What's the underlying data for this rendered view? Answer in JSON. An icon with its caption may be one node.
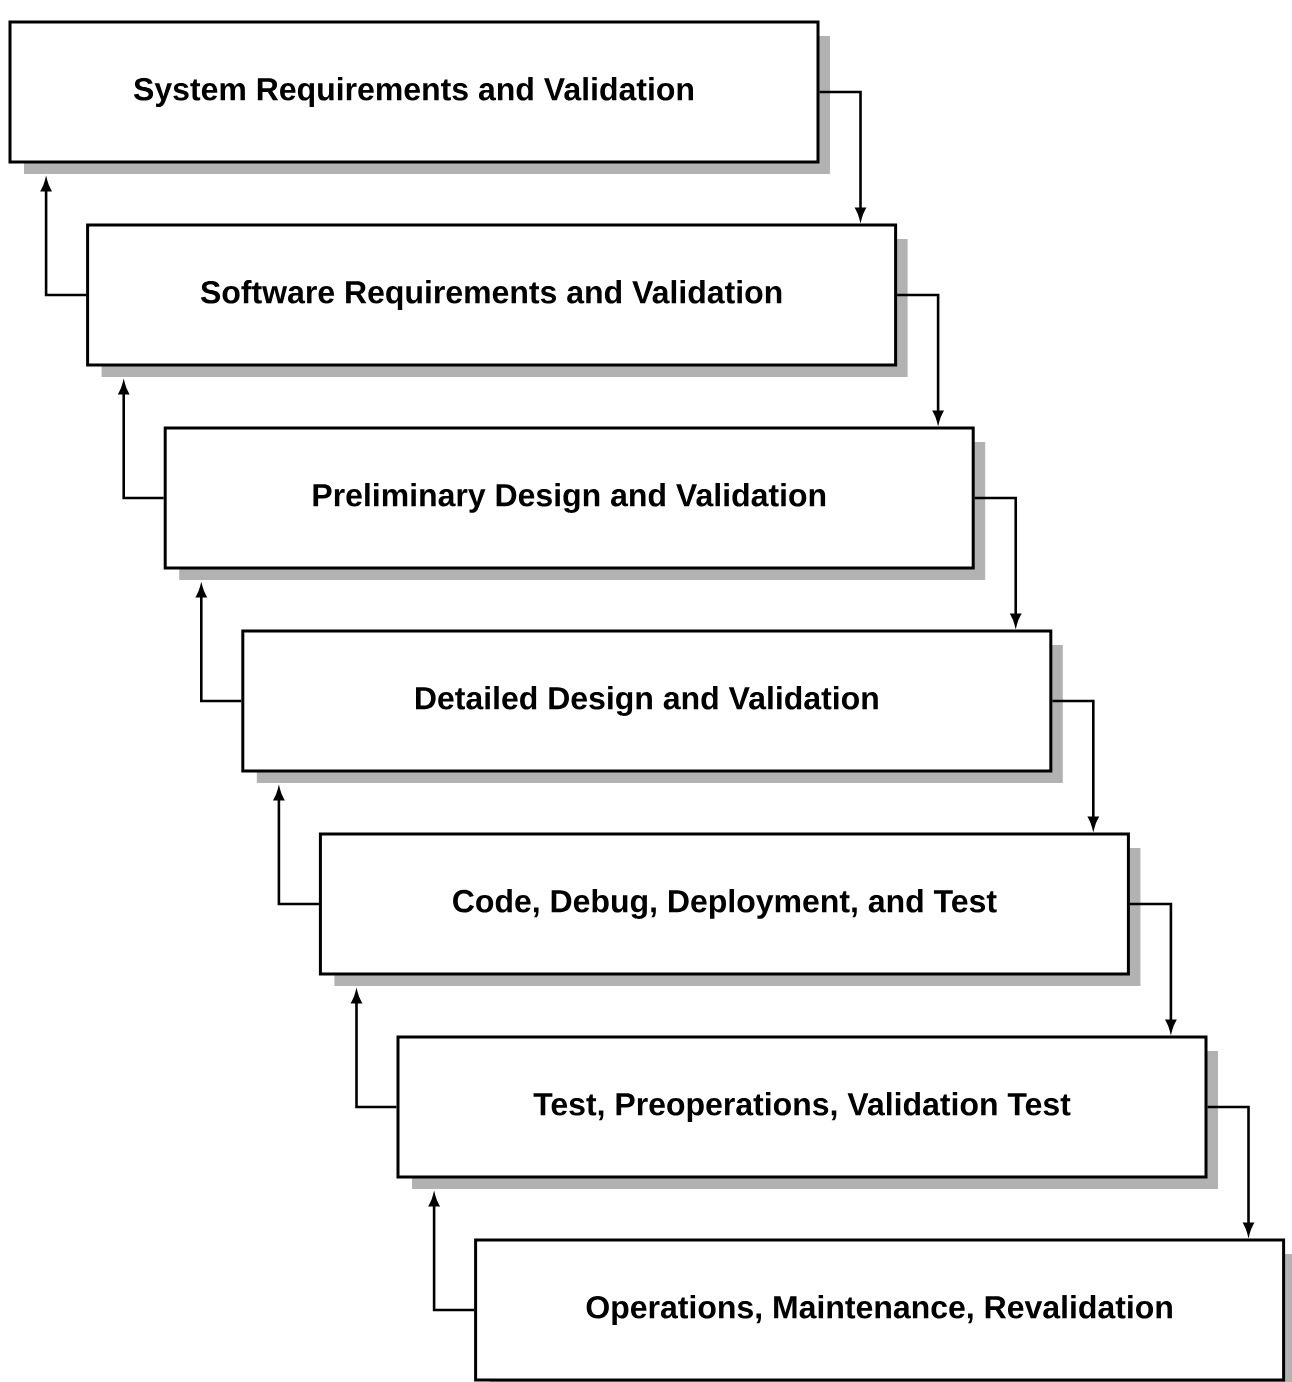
{
  "diagram": {
    "nodes": [
      {
        "text": [
          "System Requirements and Validation"
        ]
      },
      {
        "text": [
          "Software Requirements and Validation"
        ]
      },
      {
        "text": [
          "Preliminary Design and Validation"
        ]
      },
      {
        "text": [
          "Detailed Design and Validation"
        ]
      },
      {
        "text": [
          "Code, Debug, Deployment, and Test"
        ]
      },
      {
        "text": [
          "Test, Preoperations, Validation Test"
        ]
      },
      {
        "text": [
          "Operations, Maintenance, Revalidation"
        ]
      }
    ],
    "edges": [
      {
        "from": 0,
        "to": 1,
        "arrow": "to"
      },
      {
        "from": 1,
        "to": 0,
        "arrow": "to"
      },
      {
        "from": 1,
        "to": 2,
        "arrow": "to"
      },
      {
        "from": 2,
        "to": 1,
        "arrow": "to"
      },
      {
        "from": 2,
        "to": 3,
        "arrow": "to"
      },
      {
        "from": 3,
        "to": 2,
        "arrow": "to"
      },
      {
        "from": 3,
        "to": 4,
        "arrow": "to"
      },
      {
        "from": 4,
        "to": 3,
        "arrow": "to"
      },
      {
        "from": 4,
        "to": 5,
        "arrow": "to"
      },
      {
        "from": 5,
        "to": 4,
        "arrow": "to"
      },
      {
        "from": 5,
        "to": 6,
        "arrow": "to"
      },
      {
        "from": 6,
        "to": 5,
        "arrow": "to"
      }
    ]
  }
}
